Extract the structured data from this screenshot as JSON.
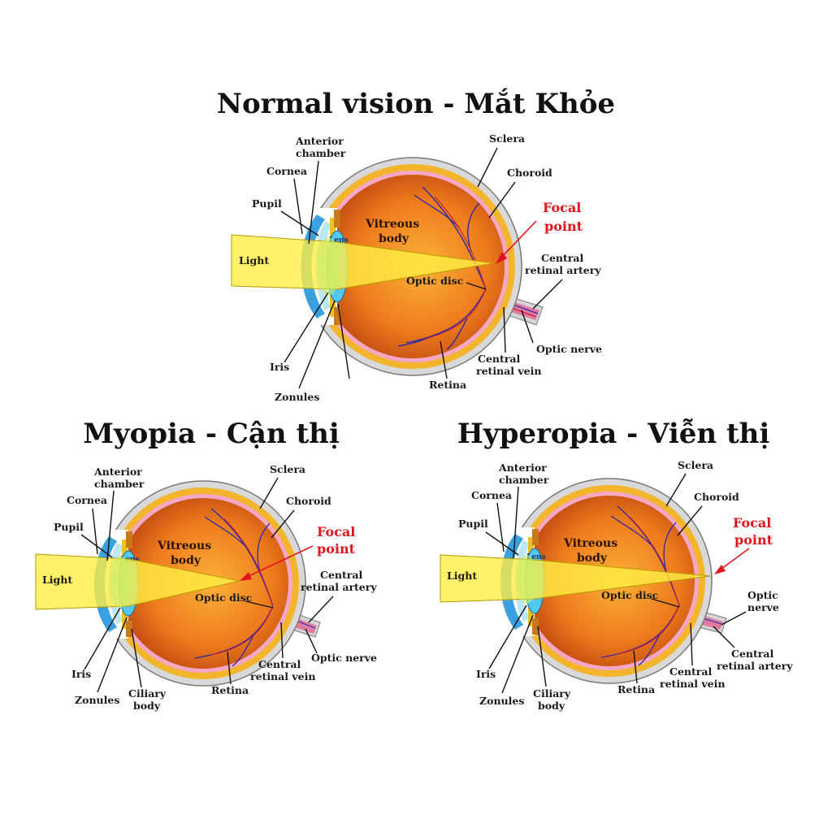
{
  "colors": {
    "sclera": "#d9d9d9",
    "choroid": "#f2b52c",
    "retina_band": "#f4a7c7",
    "vitreous_center": "#f8a12a",
    "vitreous_edge": "#c84b12",
    "cornea": "#3aa0e0",
    "lens": "#52c8f0",
    "iris": "#f0c020",
    "light_beam": "#ffee44",
    "vessels": "#2a2aa8",
    "focal_red": "#e2141b",
    "nerve": "#e07aa0"
  },
  "normal": {
    "title": "Normal vision - Mắt Khỏe",
    "labels": {
      "anterior_1": "Anterior",
      "anterior_2": "chamber",
      "cornea": "Cornea",
      "pupil": "Pupil",
      "light": "Light",
      "lens": "Lens",
      "vitreous_1": "Vitreous",
      "vitreous_2": "body",
      "sclera": "Sclera",
      "choroid": "Choroid",
      "focal_1": "Focal",
      "focal_2": "point",
      "cra_1": "Central",
      "cra_2": "retinal artery",
      "optic_disc": "Optic disc",
      "optic_nerve": "Optic nerve",
      "crv_1": "Central",
      "crv_2": "retinal vein",
      "retina": "Retina",
      "iris": "Iris",
      "zonules": "Zonules"
    }
  },
  "myopia": {
    "title": "Myopia - Cận thị",
    "labels": {
      "anterior_1": "Anterior",
      "anterior_2": "chamber",
      "cornea": "Cornea",
      "pupil": "Pupil",
      "light": "Light",
      "lens": "Lens",
      "vitreous_1": "Vitreous",
      "vitreous_2": "body",
      "sclera": "Sclera",
      "choroid": "Choroid",
      "focal_1": "Focal",
      "focal_2": "point",
      "cra_1": "Central",
      "cra_2": "retinal artery",
      "optic_disc": "Optic disc",
      "optic_nerve": "Optic nerve",
      "crv_1": "Central",
      "crv_2": "retinal vein",
      "retina": "Retina",
      "iris": "Iris",
      "zonules": "Zonules",
      "ciliary_1": "Ciliary",
      "ciliary_2": "body"
    }
  },
  "hyperopia": {
    "title": "Hyperopia - Viễn thị",
    "labels": {
      "anterior_1": "Anterior",
      "anterior_2": "chamber",
      "cornea": "Cornea",
      "pupil": "Pupil",
      "light": "Light",
      "lens": "Lens",
      "vitreous_1": "Vitreous",
      "vitreous_2": "body",
      "sclera": "Sclera",
      "choroid": "Choroid",
      "focal_1": "Focal",
      "focal_2": "point",
      "on_1": "Optic",
      "on_2": "nerve",
      "optic_disc": "Optic disc",
      "cra_1": "Central",
      "cra_2": "retinal artery",
      "crv_1": "Central",
      "crv_2": "retinal vein",
      "retina": "Retina",
      "iris": "Iris",
      "zonules": "Zonules",
      "ciliary_1": "Ciliary",
      "ciliary_2": "body"
    }
  }
}
